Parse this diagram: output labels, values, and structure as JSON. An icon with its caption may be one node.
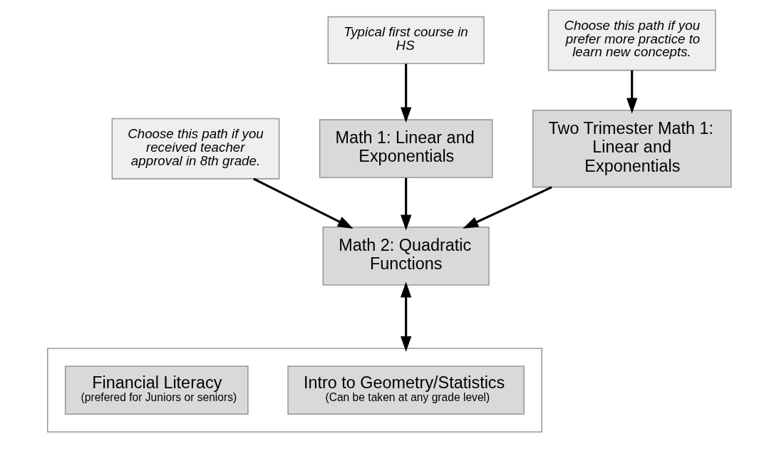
{
  "diagram": {
    "nodes": [
      {
        "text": [
          "Choose this path if you received teacher approval in 8th grade."
        ]
      },
      {
        "text": [
          "Typical first course in HS"
        ]
      },
      {
        "text": [
          "Choose this path if you prefer more practice to learn new concepts."
        ]
      },
      {
        "text": [
          "Math 1: Linear and Exponentials"
        ]
      },
      {
        "text": [
          "Two Trimester Math 1: Linear and Exponentials"
        ]
      },
      {
        "text": [
          "Math 2: Quadratic Functions"
        ]
      },
      {
        "text": [],
        "shape": "box"
      },
      {
        "text": [
          "Intro to Geometry/Statistics",
          "(Can be taken at any grade level)"
        ],
        "in": 6
      },
      {
        "text": [
          "Financial Literacy",
          "(prefered for Juniors or seniors)"
        ],
        "in": 6
      }
    ],
    "edges": [
      {
        "from": 1,
        "to": 3,
        "arrow": "to"
      },
      {
        "from": 2,
        "to": 4,
        "arrow": "to"
      },
      {
        "from": 0,
        "to": 5,
        "arrow": "to"
      },
      {
        "from": 3,
        "to": 5,
        "arrow": "to"
      },
      {
        "from": 4,
        "to": 5,
        "arrow": "to"
      },
      {
        "from": 5,
        "to": 6,
        "arrow": "both"
      }
    ]
  }
}
